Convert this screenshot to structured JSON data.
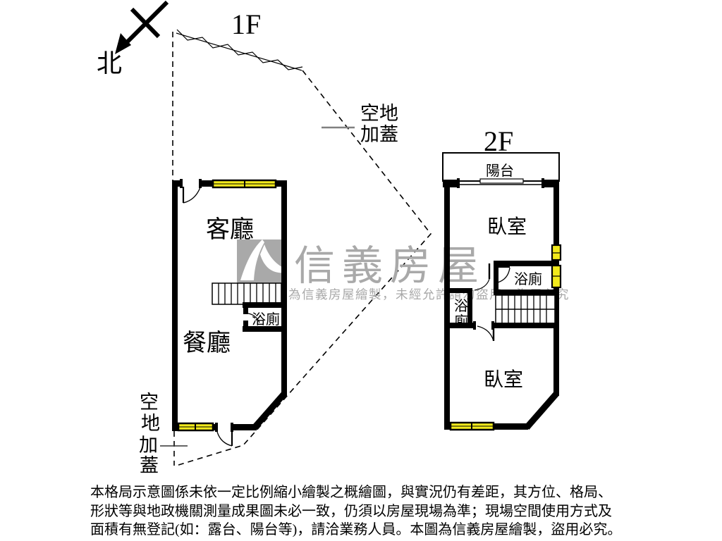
{
  "compass": {
    "north_label": "北"
  },
  "floor1": {
    "title": "1F",
    "living_room": "客廳",
    "dining_room": "餐廳",
    "bathroom": "浴廁"
  },
  "floor2": {
    "title": "2F",
    "balcony": "陽台",
    "bedroom_upper": "臥室",
    "bedroom_lower": "臥室",
    "bathroom_right": "浴廁",
    "bathroom_left": [
      "浴",
      "廁"
    ]
  },
  "annotations": {
    "vacant_upper_line1": "空地",
    "vacant_upper_line2": "加蓋",
    "vacant_lower": [
      "空",
      "地",
      "加",
      "蓋"
    ]
  },
  "watermark": {
    "brand": "信義房屋",
    "notice": "本格局圖為信義房屋繪製，未經允許請勿盜用，盜用必究"
  },
  "disclaimer": {
    "line1": "本格局示意圖係未依一定比例縮小繪製之概繪圖，與實況仍有差距，其方位、格局、",
    "line2": "形狀等與地政機關測量成果圖未必一致，仍須以房屋現場為準；現場空間使用方式及",
    "line3": "面積有無登記(如：露台、陽台等)，請洽業務人員。本圖為信義房屋繪製，盜用必究。"
  },
  "colors": {
    "wall": "#000000",
    "window_fill": "#f2ea1c",
    "watermark_gray": "#a9a9a9",
    "background": "#ffffff"
  }
}
